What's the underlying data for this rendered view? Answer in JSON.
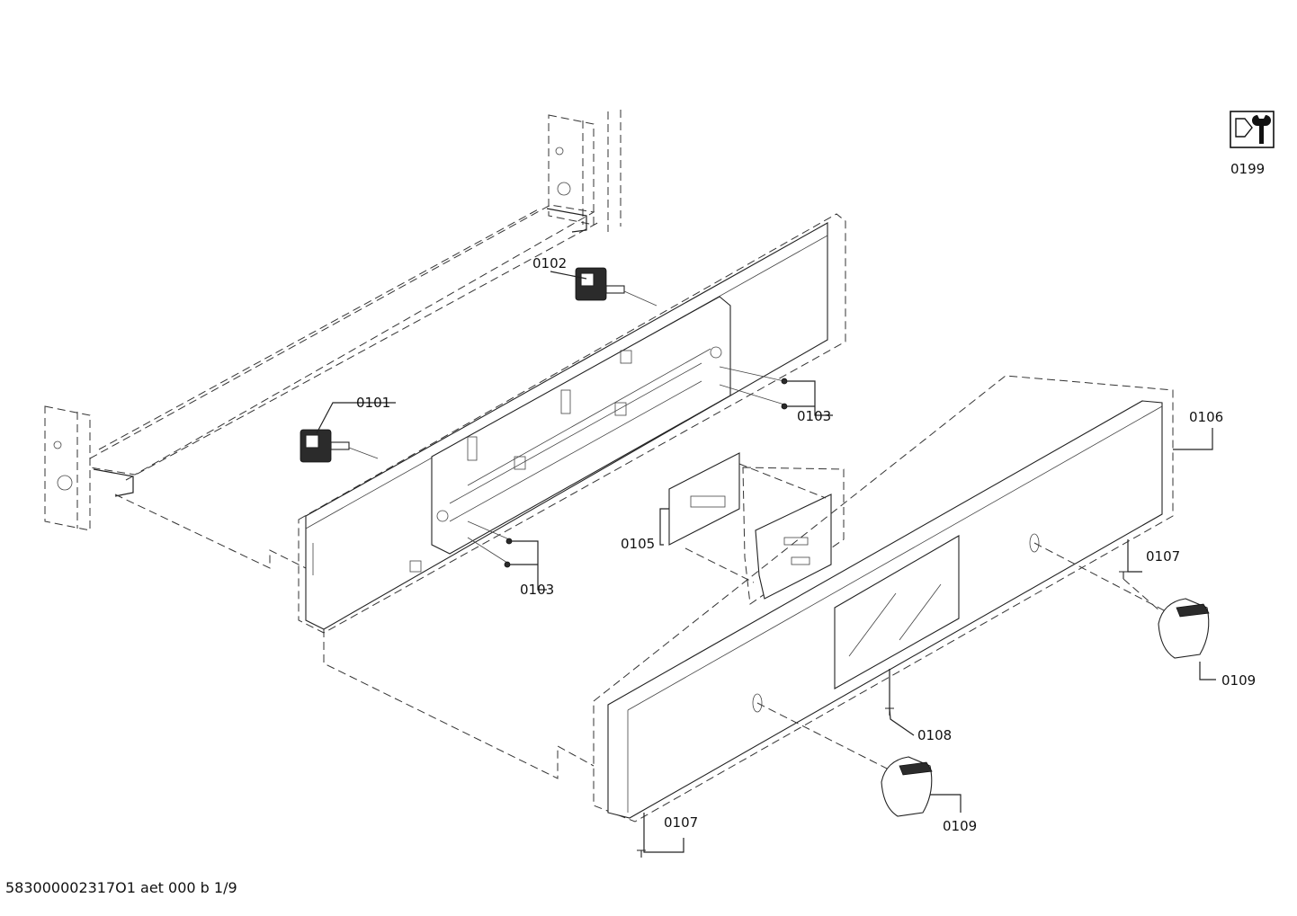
{
  "callouts": {
    "c0101": "0101",
    "c0102": "0102",
    "c0103a": "0103",
    "c0103b": "0103",
    "c0105": "0105",
    "c0106": "0106",
    "c0107a": "0107",
    "c0107b": "0107",
    "c0108": "0108",
    "c0109a": "0109",
    "c0109b": "0109",
    "c0199": "0199"
  },
  "footer": "583000002317O1 aet 000 b 1/9",
  "icons": {
    "service_kit": "wrench-screw-icon"
  }
}
